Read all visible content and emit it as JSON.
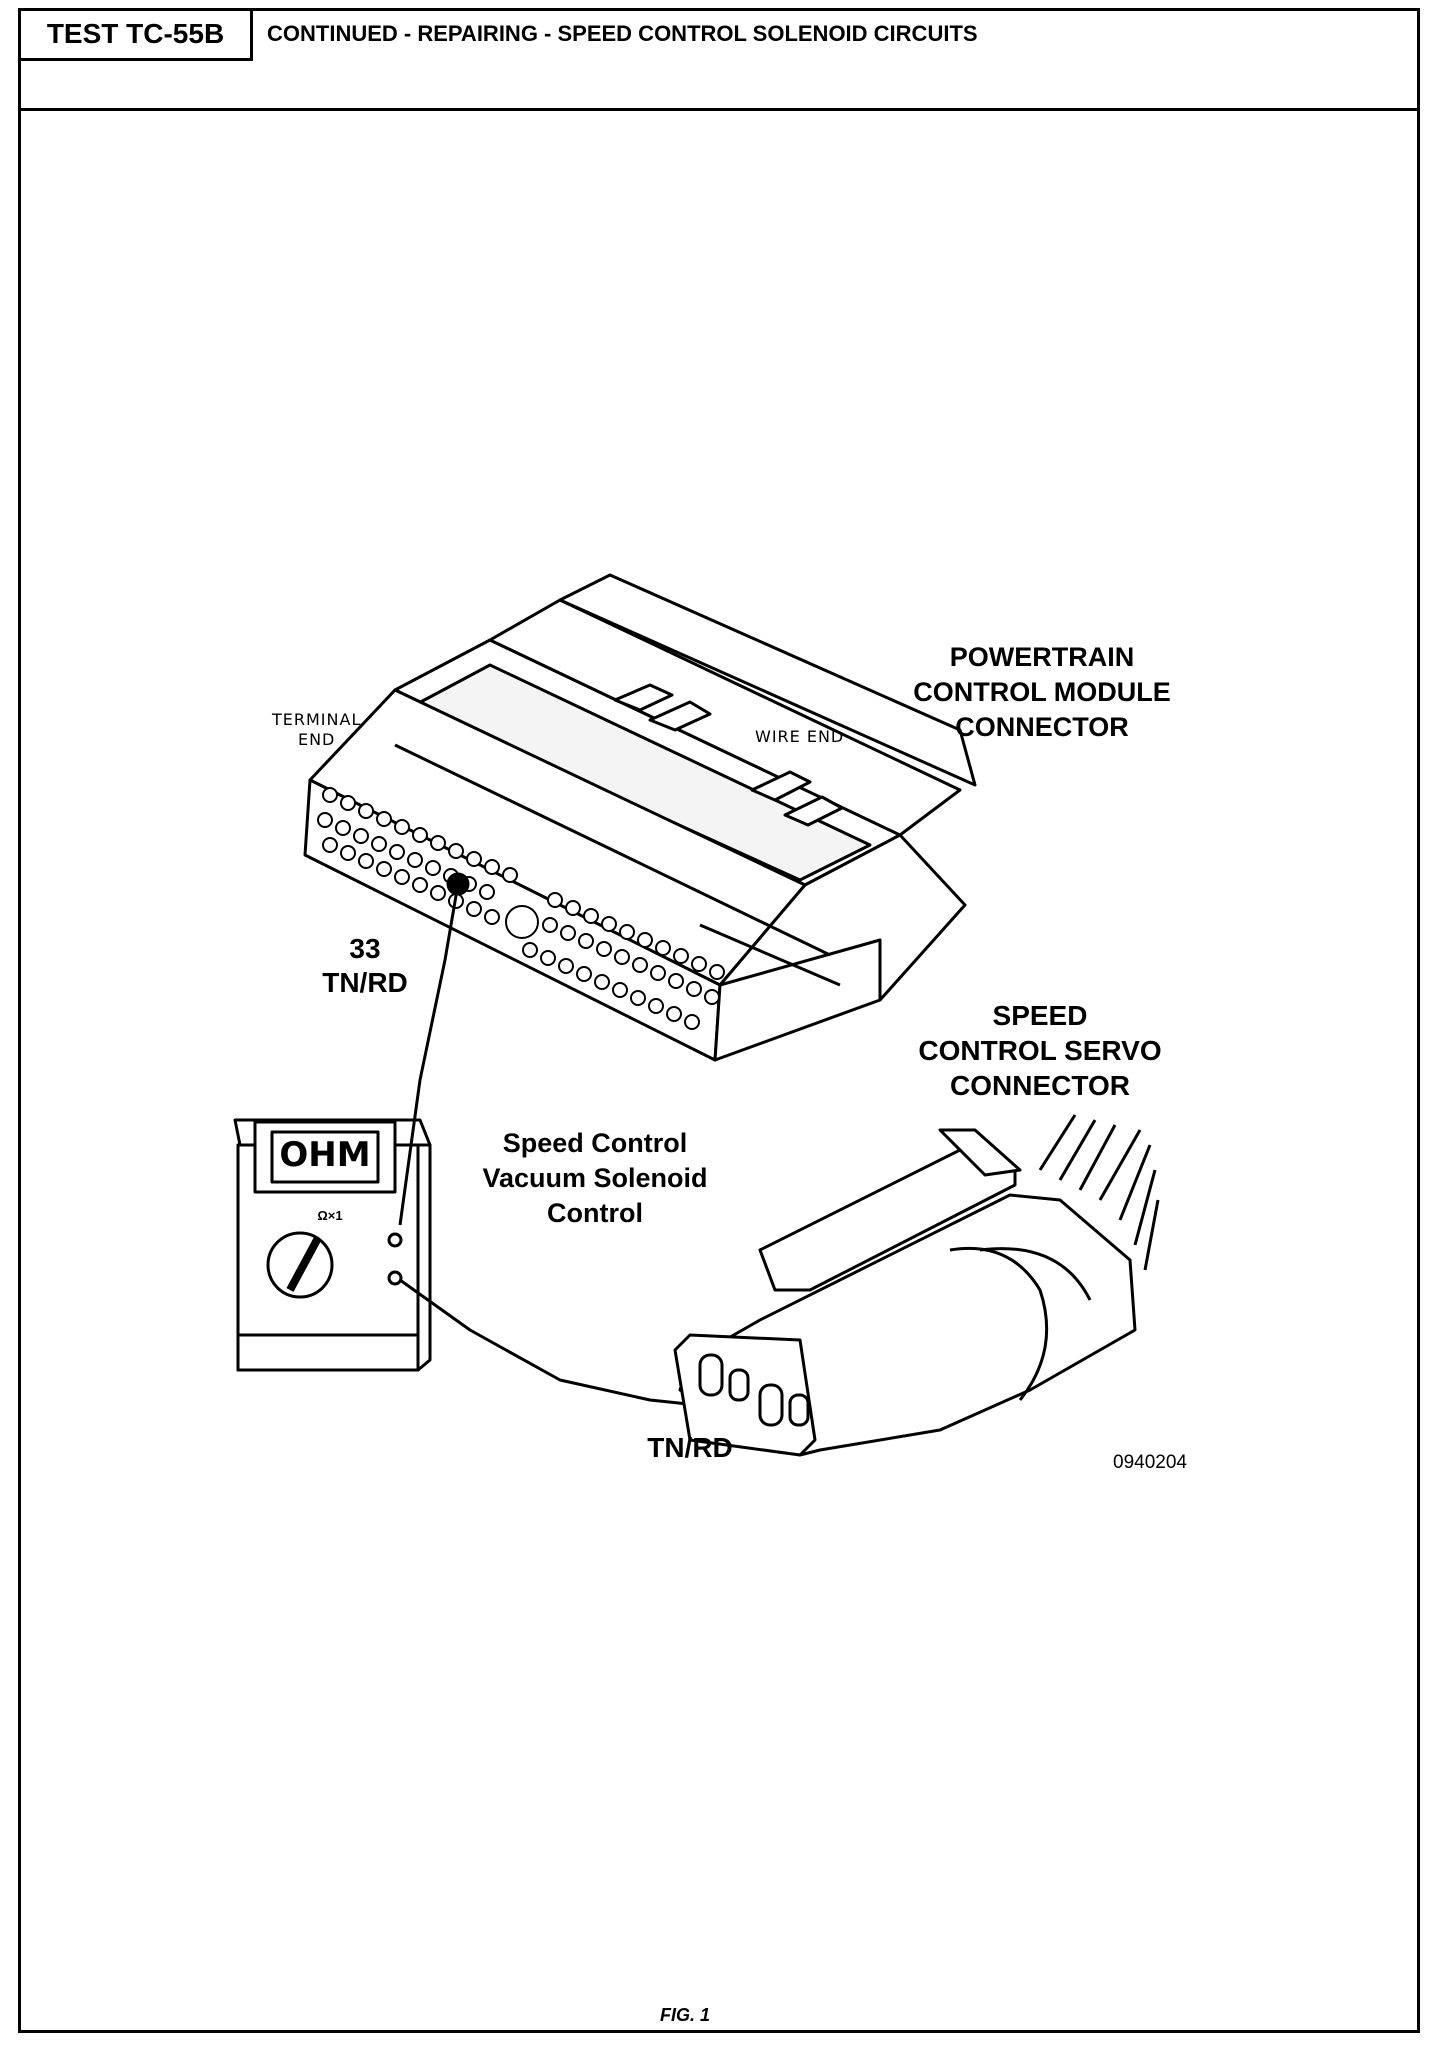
{
  "header": {
    "test_id": "TEST TC-55B",
    "title": "CONTINUED - REPAIRING - SPEED CONTROL SOLENOID CIRCUITS"
  },
  "diagram": {
    "pcm_label": [
      "POWERTRAIN",
      "CONTROL MODULE",
      "CONNECTOR"
    ],
    "terminal_end": [
      "TERMINAL",
      "END"
    ],
    "wire_end": "WIRE END",
    "pin_number": "33",
    "pin_wire": "TN/RD",
    "servo_label": [
      "SPEED",
      "CONTROL SERVO",
      "CONNECTOR"
    ],
    "circuit_label": [
      "Speed Control",
      "Vacuum Solenoid",
      "Control"
    ],
    "servo_wire": "TN/RD",
    "meter_display": "OHM",
    "meter_range": "Ω×1",
    "figure_code": "0940204"
  },
  "footer": {
    "figure": "FIG. 1"
  }
}
